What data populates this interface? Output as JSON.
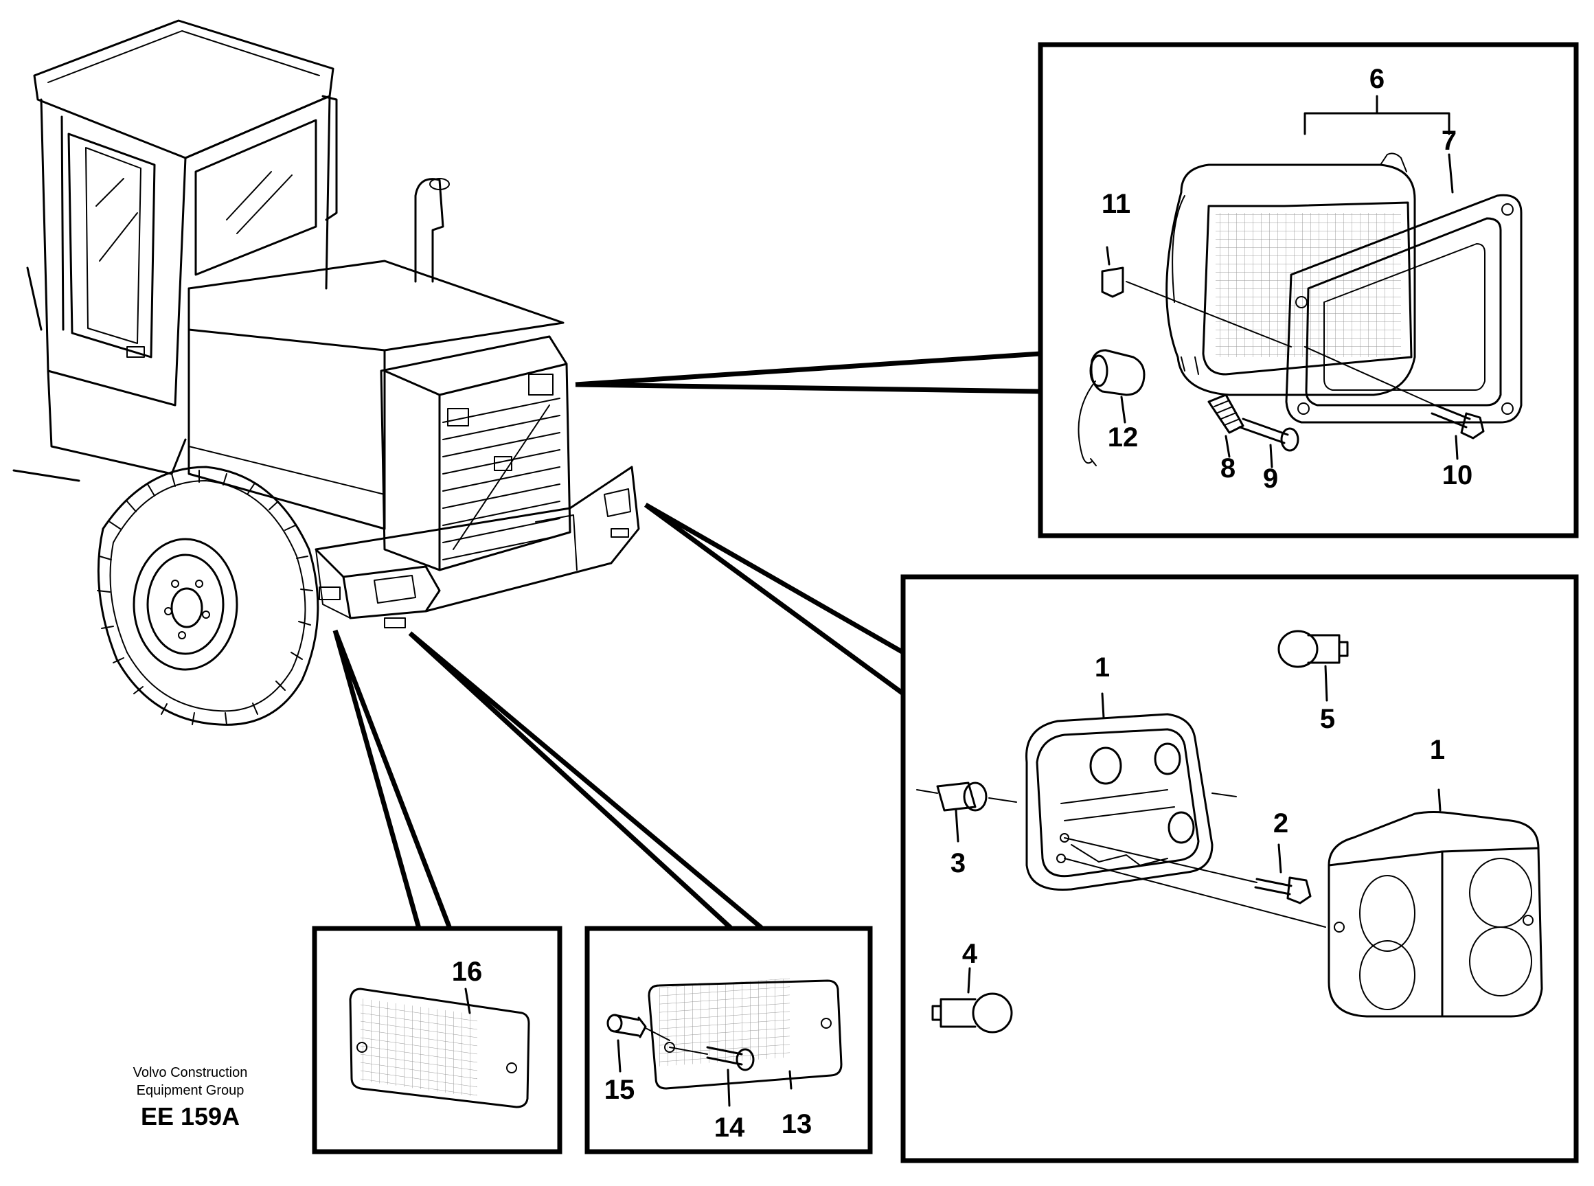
{
  "credit": {
    "line1": "Volvo Construction",
    "line2": "Equipment Group",
    "code": "EE 159A"
  },
  "callouts": {
    "c1a": "1",
    "c1b": "1",
    "c2": "2",
    "c3": "3",
    "c4": "4",
    "c5": "5",
    "c6": "6",
    "c7": "7",
    "c8": "8",
    "c9": "9",
    "c10": "10",
    "c11": "11",
    "c12": "12",
    "c13": "13",
    "c14": "14",
    "c15": "15",
    "c16": "16"
  }
}
